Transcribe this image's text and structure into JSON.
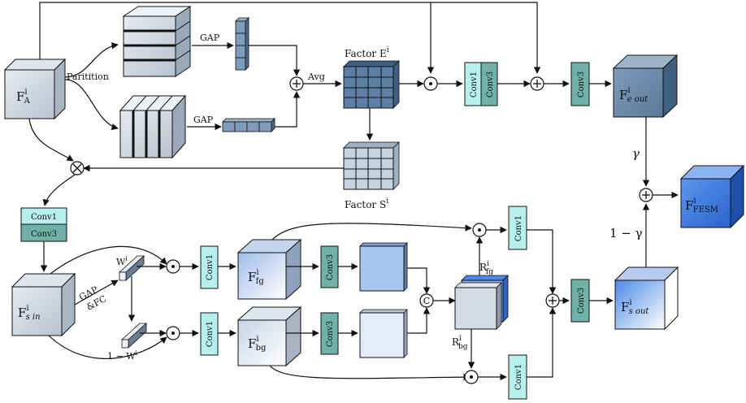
{
  "labels": {
    "fa": "F",
    "fa_sup": "i",
    "fa_sub": "A",
    "partition": "Paritition",
    "gap_top": "GAP",
    "gap_bottom": "GAP",
    "avg": "Avg",
    "factor_e": "Factor E",
    "factor_e_sup": "i",
    "factor_s": "Factor S",
    "factor_s_sup": "i",
    "conv1": "Conv1",
    "conv3": "Conv3",
    "fe_out": "F",
    "fe_out_sup": "i",
    "fe_out_sub": "e out",
    "gamma": "γ",
    "one_minus_gamma": "1 − γ",
    "fesm": "F",
    "fesm_sup": "i",
    "fesm_sub": "FESM",
    "fs_in": "F",
    "fs_in_sup": "i",
    "fs_in_sub": "s in",
    "gap_fc_1": "GAP",
    "gap_fc_2": "&FC",
    "w": "W",
    "w_sup": "i",
    "one_minus_w": "1 − W",
    "one_minus_w_sup": "i",
    "ffg": "F",
    "ffg_sup": "i",
    "ffg_sub": "fg",
    "fbg": "F",
    "fbg_sup": "i",
    "fbg_sub": "bg",
    "rfg": "R",
    "rfg_sup": "i",
    "rfg_sub": "fg",
    "rbg": "R",
    "rbg_sup": "i",
    "rbg_sub": "bg",
    "concat": "C",
    "fs_out": "F",
    "fs_out_sup": "i",
    "fs_out_sub": "s out"
  },
  "colors": {
    "cube_gray": "#c9d2dc",
    "cube_dark_blue": "#6b88a8",
    "cube_bright_blue": "#3a78e0",
    "cube_light_blue": "#a9c6ee",
    "conv1_fill": "#b7efef",
    "conv3_fill": "#6fb0a8",
    "grid_dark": "#5d7fa3",
    "grid_light": "#c5d2df"
  }
}
